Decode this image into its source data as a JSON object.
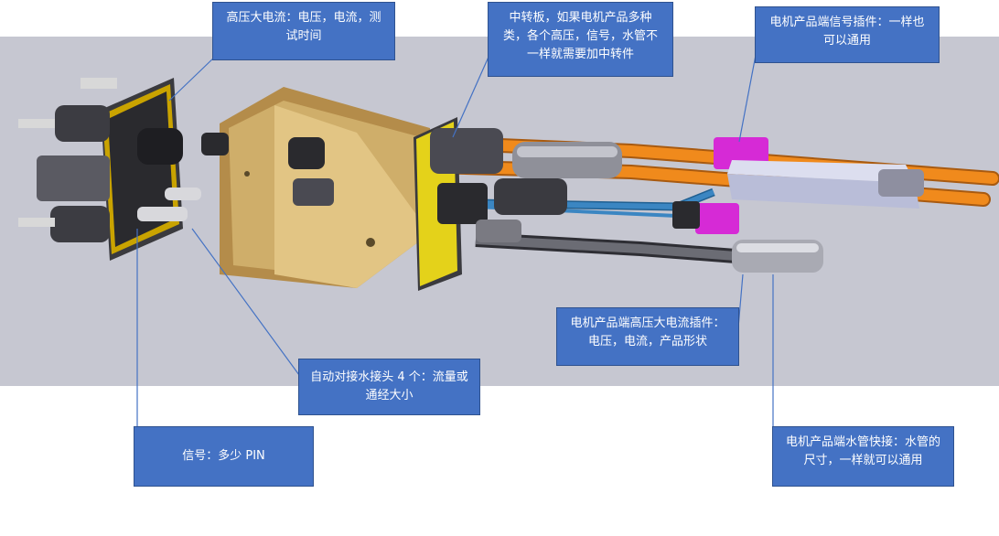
{
  "callouts": {
    "hv_left": "高压大电流：电压，电流，测试时间",
    "adapter_plate": "中转板，如果电机产品多种类，各个高压，信号，水管不一样就需要加中转件",
    "signal_connector": "电机产品端信号插件：一样也可以通用",
    "hv_product": "电机产品端高压大电流插件：电压，电流，产品形状",
    "water_auto": "自动对接水接头 4 个：流量或通经大小",
    "signal_pin": "信号：多少 PIN",
    "water_product": "电机产品端水管快接：水管的尺寸，一样就可以通用"
  },
  "colors": {
    "callout_fill": "#4472c4",
    "callout_border": "#2f528f",
    "background_band": "#c6c7d1",
    "orange_hose": "#f08a1c",
    "blue_hose": "#3b86c2",
    "yellow_plate": "#e4d21a",
    "wood_block": "#cfae6a",
    "magenta_connector": "#d62ad6"
  }
}
